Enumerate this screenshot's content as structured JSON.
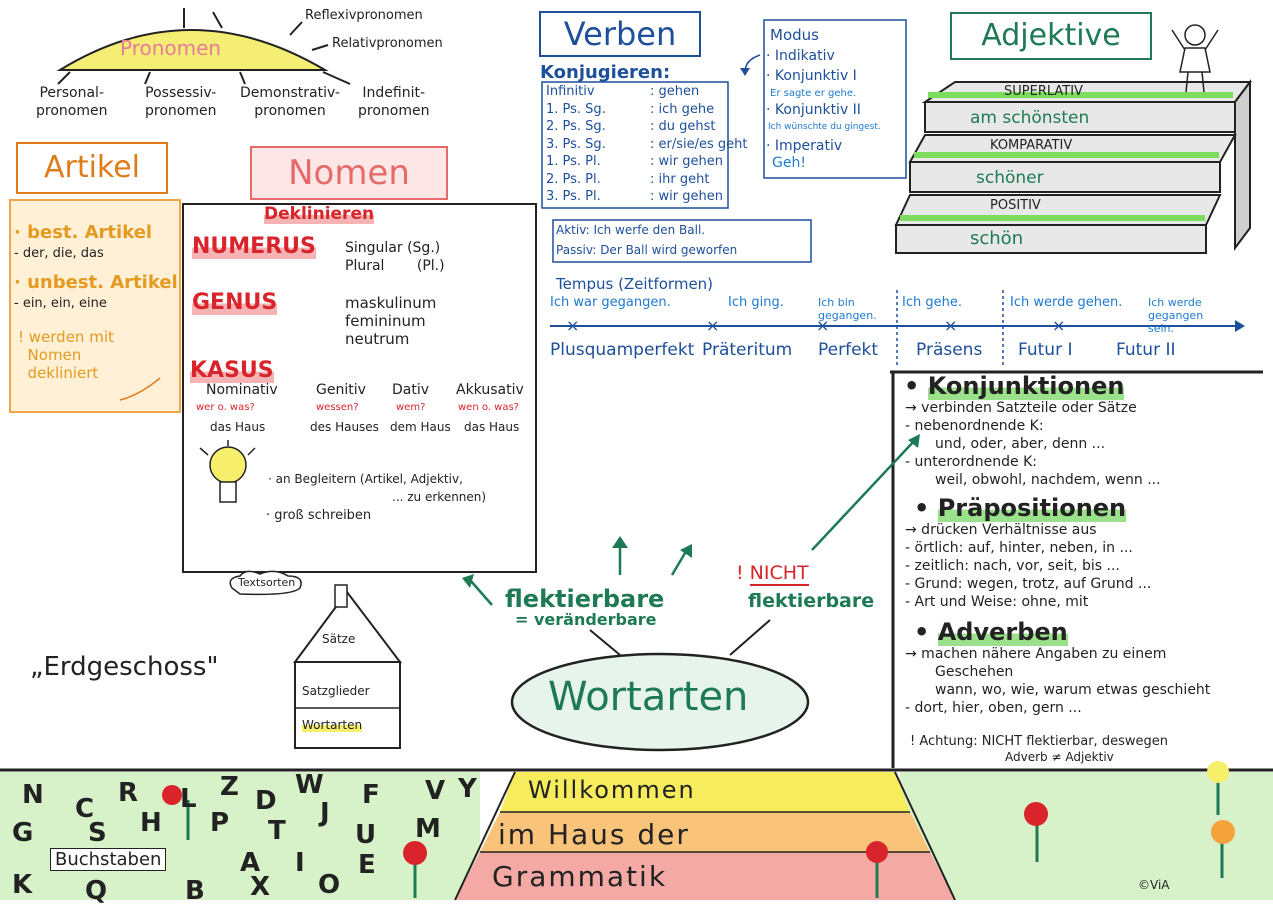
{
  "pronomen": {
    "title": "Pronomen",
    "reflexiv": "Reflexivpronomen",
    "relativ": "Relativpronomen",
    "personal": [
      "Personal-",
      "pronomen"
    ],
    "possessiv": [
      "Possessiv-",
      "pronomen"
    ],
    "demonstrativ": [
      "Demonstrativ-",
      "pronomen"
    ],
    "indefinit": [
      "Indefinit-",
      "pronomen"
    ]
  },
  "artikel": {
    "title": "Artikel",
    "best": "· best. Artikel",
    "best_list": "- der, die, das",
    "unbest": "· unbest. Artikel",
    "unbest_list": "- ein, ein, eine",
    "note": [
      "! werden mit",
      "Nomen",
      "dekliniert"
    ]
  },
  "nomen": {
    "title": "Nomen",
    "deklinieren": "Deklinieren",
    "numerus": "NUMERUS",
    "singular": "Singular (Sg.)",
    "plural": "Plural (Pl.)",
    "genus": "GENUS",
    "maskulinum": "maskulinum",
    "femininum": "femininum",
    "neutrum": "neutrum",
    "kasus": "KASUS",
    "cases": [
      {
        "name": "Nominativ",
        "q": "wer o. was?",
        "ex": "das Haus"
      },
      {
        "name": "Genitiv",
        "q": "wessen?",
        "ex": "des Hauses"
      },
      {
        "name": "Dativ",
        "q": "wem?",
        "ex": "dem Haus"
      },
      {
        "name": "Akkusativ",
        "q": "wen o. was?",
        "ex": "das Haus"
      }
    ],
    "tip1": "· an Begleitern (Artikel, Adjektiv,",
    "tip1b": "... zu erkennen)",
    "tip2": "· groß schreiben"
  },
  "verben": {
    "title": "Verben",
    "konjugieren": "Konjugieren:",
    "rows": [
      {
        "p": "Infinitiv",
        "v": ": gehen"
      },
      {
        "p": "1. Ps. Sg.",
        "v": ": ich gehe"
      },
      {
        "p": "2. Ps. Sg.",
        "v": ": du gehst"
      },
      {
        "p": "3. Ps. Sg.",
        "v": ": er/sie/es geht"
      },
      {
        "p": "1. Ps. Pl.",
        "v": ": wir gehen"
      },
      {
        "p": "2. Ps. Pl.",
        "v": ": ihr geht"
      },
      {
        "p": "3. Ps. Pl.",
        "v": ": wir gehen"
      }
    ],
    "modus": {
      "title": "Modus",
      "indikativ": "· Indikativ",
      "konj1": "· Konjunktiv I",
      "konj1_ex": "Er sagte er gehe.",
      "konj2": "· Konjunktiv II",
      "konj2_ex": "Ich wünschte du gingest.",
      "imperativ": "· Imperativ",
      "imperativ_ex": "Geh!"
    },
    "aktiv": "Aktiv: Ich werfe den Ball.",
    "passiv": "Passiv: Der Ball wird geworfen",
    "tempus": "Tempus (Zeitformen)",
    "tenses": [
      {
        "ex": "Ich war gegangen.",
        "name": "Plusquamperfekt"
      },
      {
        "ex": "Ich ging.",
        "name": "Präteritum"
      },
      {
        "ex": "Ich bin gegangen.",
        "name": "Perfekt"
      },
      {
        "ex": "Ich gehe.",
        "name": "Präsens"
      },
      {
        "ex": "Ich werde gehen.",
        "name": "Futur I"
      },
      {
        "ex": "Ich werde gegangen sein.",
        "name": "Futur II"
      }
    ]
  },
  "adjektive": {
    "title": "Adjektive",
    "superlativ": "SUPERLATIV",
    "sup_ex": "am schönsten",
    "komparativ": "KOMPARATIV",
    "komp_ex": "schöner",
    "positiv": "POSITIV",
    "pos_ex": "schön"
  },
  "nicht_flektierbar": {
    "konj_title": "Konjunktionen",
    "konj_lines": [
      "→ verbinden Satzteile oder Sätze",
      "- nebenordnende K:",
      "und, oder, aber, denn ...",
      "- unterordnende K:",
      "weil, obwohl, nachdem, wenn ..."
    ],
    "prae_title": "Präpositionen",
    "prae_lines": [
      "→ drücken Verhältnisse aus",
      "- örtlich: auf, hinter, neben, in ...",
      "- zeitlich: nach, vor, seit, bis ...",
      "- Grund: wegen, trotz, auf Grund ...",
      "- Art und Weise: ohne, mit"
    ],
    "adv_title": "Adverben",
    "adv_lines": [
      "→ machen nähere Angaben zu einem",
      "Geschehen",
      "wann, wo, wie, warum etwas geschieht",
      "- dort, hier, oben, gern ..."
    ],
    "achtung": "! Achtung: NICHT flektierbar, deswegen",
    "achtung2": "Adverb ≠ Adjektiv"
  },
  "center": {
    "wortarten": "Wortarten",
    "flektierbare": "flektierbare",
    "veraenderbare": "= veränderbare",
    "nicht": "NICHT",
    "nicht_flektierbare": "flektierbare"
  },
  "house": {
    "textsorten": "Textsorten",
    "saetze": "Sätze",
    "satzglieder": "Satzglieder",
    "wortarten": "Wortarten",
    "erdgeschoss": "„Erdgeschoss\""
  },
  "bottom": {
    "buchstaben": "Buchstaben",
    "letters": [
      "N",
      "C",
      "R",
      "L",
      "Z",
      "D",
      "W",
      "J",
      "F",
      "V",
      "Y",
      "G",
      "S",
      "H",
      "P",
      "T",
      "U",
      "M",
      "A",
      "I",
      "E",
      "K",
      "Q",
      "B",
      "X",
      "O"
    ],
    "stair1": "Willkommen",
    "stair2": "im Haus der",
    "stair3": "Grammatik",
    "signature": "©ViA"
  },
  "colors": {
    "green": "#1e7a55",
    "blue": "#1e4f9a",
    "red": "#d8242a",
    "orange": "#e07b1a",
    "pink": "#e66a6a"
  }
}
